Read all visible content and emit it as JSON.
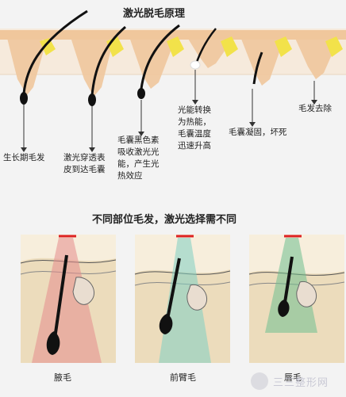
{
  "top_title": "激光脱毛原理",
  "bottom_title": "不同部位毛发，激光选择需不同",
  "stages": [
    {
      "label": "生长期毛发"
    },
    {
      "label": "激光穿透表\n皮到达毛囊"
    },
    {
      "label": "毛囊黑色素\n吸收激光光\n能，产生光\n热效应"
    },
    {
      "label": "光能转换\n为热能，\n毛囊温度\n迅速升高"
    },
    {
      "label": "毛囊凝固，坏死"
    },
    {
      "label": "毛发去除"
    }
  ],
  "panels": [
    {
      "caption": "腋毛",
      "beam_color": "#e58c8c"
    },
    {
      "caption": "前臂毛",
      "beam_color": "#7fcfc2"
    },
    {
      "caption": "唇毛",
      "beam_color": "#6fbf8f"
    }
  ],
  "watermark": {
    "text": "三三整形网"
  },
  "colors": {
    "skin": "#f2c69a",
    "tissue": "#ecdcbc",
    "hair": "#111111",
    "fat": "#f2e24a",
    "laser": "#d22"
  }
}
